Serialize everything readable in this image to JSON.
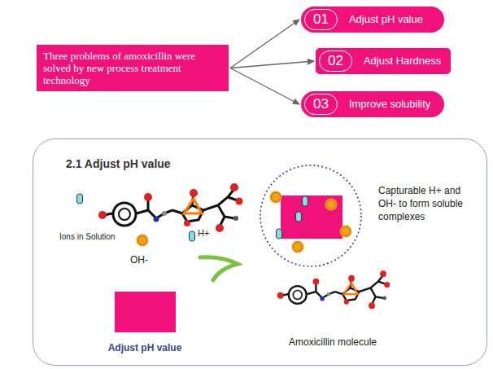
{
  "diagram": {
    "nodes": [
      {
        "text": [
          "Three problems of amoxicillin were solved by new process treatment technology"
        ]
      },
      {
        "text": [
          "01",
          "Adjust pH value"
        ]
      },
      {
        "text": [
          "02",
          "Adjust Hardness"
        ]
      },
      {
        "text": [
          "03",
          "Improve solubility"
        ]
      },
      {
        "text": [
          "2.1 Adjust pH value"
        ]
      },
      {
        "text": [
          "Adjust pH value"
        ],
        "in": 4
      }
    ],
    "edges": [
      {
        "from": 0,
        "to": 1,
        "arrow": "to"
      },
      {
        "from": 0,
        "to": 2,
        "arrow": "to"
      },
      {
        "from": 0,
        "to": 3,
        "arrow": "to"
      }
    ],
    "labels": [
      "Ions in Solution",
      "H+",
      "OH-",
      "Capturable H+ and OH- to form soluble complexes",
      "Amoxicillin molecule"
    ]
  }
}
